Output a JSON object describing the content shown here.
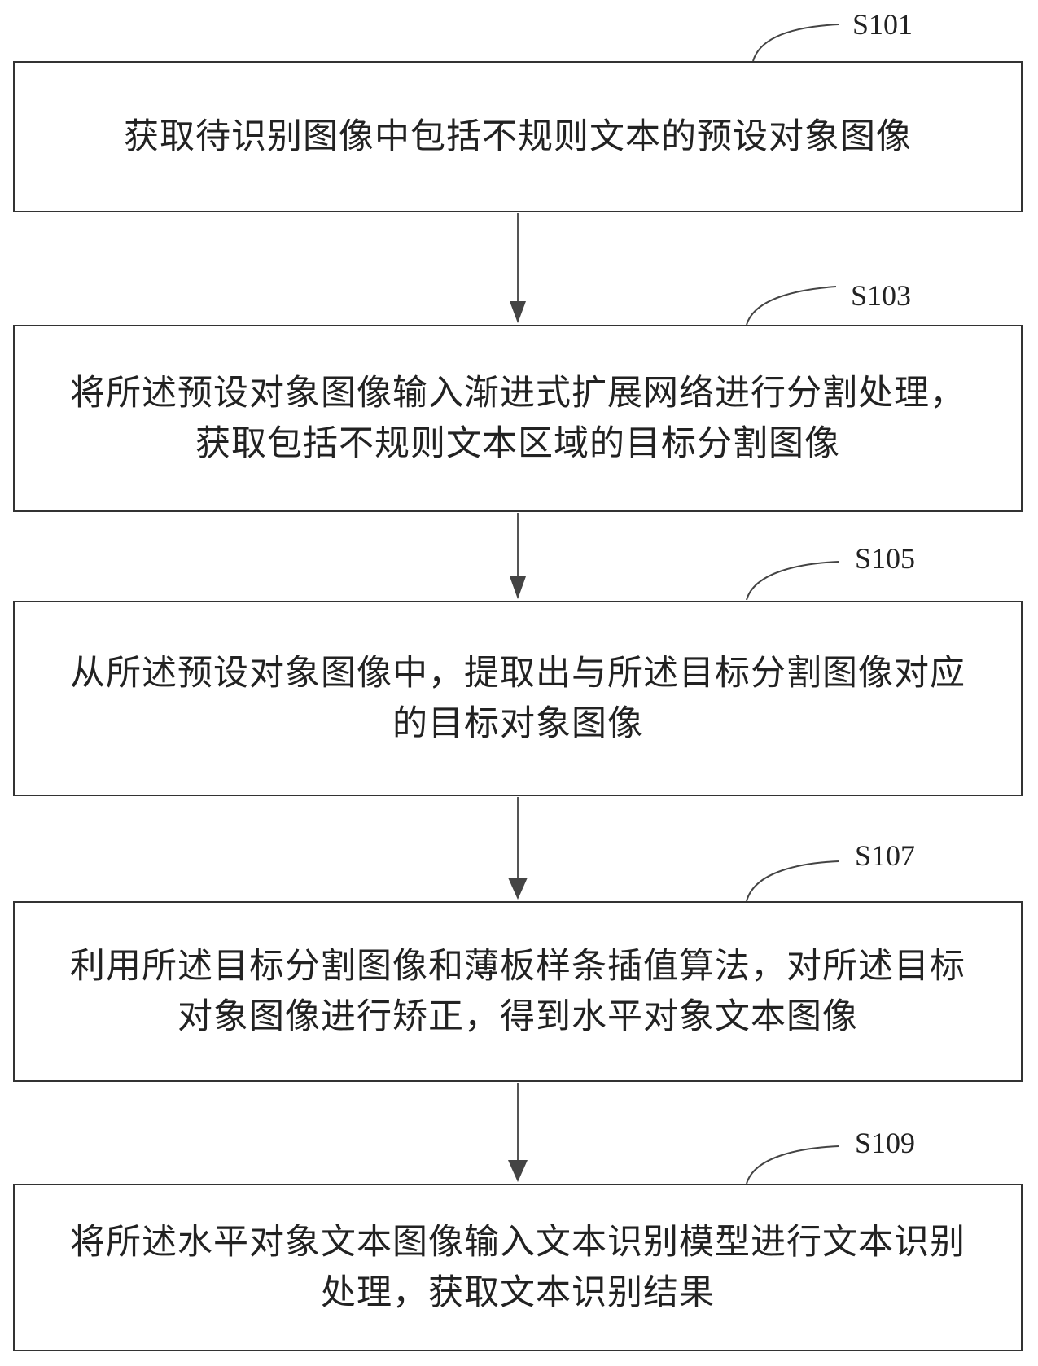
{
  "steps": [
    {
      "id": "S101",
      "label": "S101",
      "text": "获取待识别图像中包括不规则文本的预设对象图像"
    },
    {
      "id": "S103",
      "label": "S103",
      "text": "将所述预设对象图像输入渐进式扩展网络进行分割处理，\n获取包括不规则文本区域的目标分割图像"
    },
    {
      "id": "S105",
      "label": "S105",
      "text": "从所述预设对象图像中，提取出与所述目标分割图像对应\n的目标对象图像"
    },
    {
      "id": "S107",
      "label": "S107",
      "text": "利用所述目标分割图像和薄板样条插值算法，对所述目标\n对象图像进行矫正，得到水平对象文本图像"
    },
    {
      "id": "S109",
      "label": "S109",
      "text": "将所述水平对象文本图像输入文本识别模型进行文本识别\n处理，获取文本识别结果"
    }
  ],
  "colors": {
    "line": "#333333",
    "arrow": "#444444",
    "text": "#222222"
  }
}
